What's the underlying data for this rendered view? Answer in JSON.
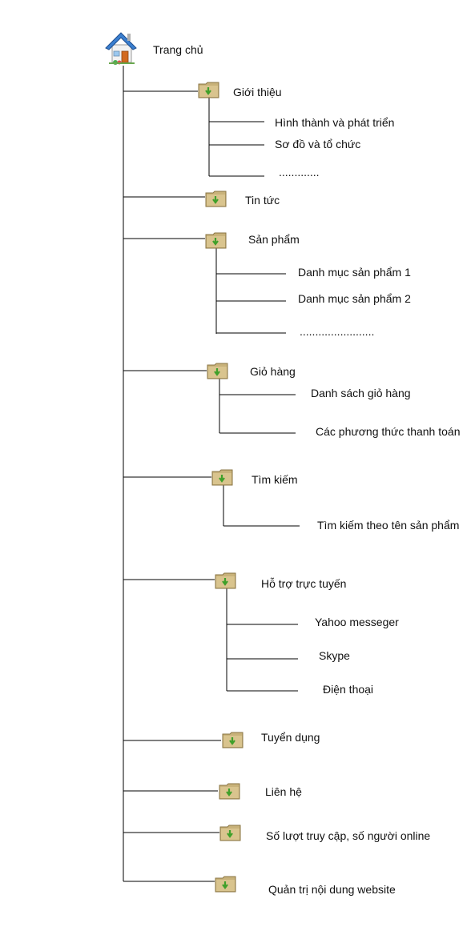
{
  "root": {
    "label": "Trang chủ",
    "icon": "house-icon"
  },
  "menu": [
    {
      "label": "Giới thiệu",
      "icon": "folder-icon",
      "children": [
        "Hình thành và phát triển",
        "Sơ đồ và tổ chức",
        "............."
      ]
    },
    {
      "label": "Tin tức",
      "icon": "folder-icon",
      "children": []
    },
    {
      "label": "Sản phẩm",
      "icon": "folder-icon",
      "children": [
        "Danh mục sản phẩm 1",
        "Danh mục sản phẩm 2",
        "........................"
      ]
    },
    {
      "label": "Giỏ hàng",
      "icon": "folder-icon",
      "children": [
        "Danh sách giỏ hàng",
        "Các phương thức thanh toán"
      ]
    },
    {
      "label": "Tìm kiếm",
      "icon": "folder-icon",
      "children": [
        "Tìm kiếm theo tên sản phẩm"
      ]
    },
    {
      "label": "Hỗ trợ trực tuyến",
      "icon": "folder-icon",
      "children": [
        "Yahoo messeger",
        "Skype",
        "Điện thoại"
      ]
    },
    {
      "label": "Tuyển dụng",
      "icon": "folder-icon",
      "children": []
    },
    {
      "label": "Liên hệ",
      "icon": "folder-icon",
      "children": []
    },
    {
      "label": "Số lượt truy cập, số người online",
      "icon": "folder-icon",
      "children": []
    },
    {
      "label": "Quản trị nội dung website",
      "icon": "folder-icon",
      "children": []
    }
  ],
  "colors": {
    "folder_body": "#c8b27a",
    "folder_dark": "#8a7443",
    "arrow": "#3fa02a",
    "roof": "#3a7fd0",
    "door": "#d2691e"
  }
}
